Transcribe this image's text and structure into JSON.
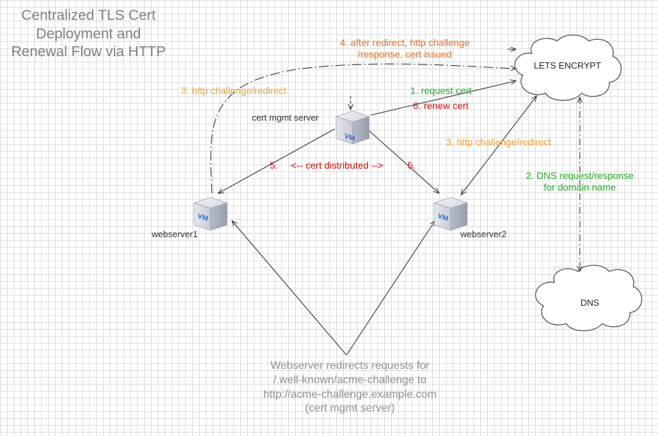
{
  "title": {
    "line1": "Centralized TLS Cert",
    "line2": "Deployment and",
    "line3": "Renewal Flow via HTTP"
  },
  "nodes": {
    "lets_encrypt": "LETS ENCRYPT",
    "dns": "DNS",
    "cert_mgmt_server": "cert mgmt server",
    "webserver1": "webserver1",
    "webserver2": "webserver2",
    "vm_badge": "VM"
  },
  "flows": {
    "step4_line1": "4. after redirect, http challenge",
    "step4_line2": "/response, cert issued",
    "step3_left": "3. http challenge/redirect",
    "step1": "1. request cert",
    "step6": "6. renew cert",
    "step3_right": "3. http challenge/redirect",
    "step2_line1": "2. DNS request/response",
    "step2_line2": "for domain name",
    "step5_left": "5.",
    "cert_distributed": "<--  cert distributed -->",
    "step5_right": "5."
  },
  "note": {
    "line1": "Webserver redirects requests for",
    "line2": "/.well-known/acme-challenge to",
    "line3": "http://acme-challenge.example.com",
    "line4": "(cert mgmt server)"
  },
  "colors": {
    "orange": "#f0a030",
    "orange_dark": "#e07020",
    "green": "#22aa22",
    "red": "#cc1111",
    "vm_blue": "#1f6fd0"
  }
}
